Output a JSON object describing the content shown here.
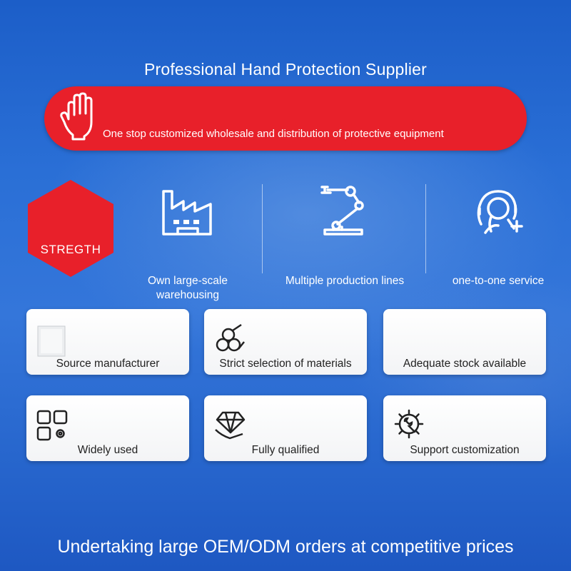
{
  "header": {
    "title": "Professional Hand Protection Supplier",
    "subtitle": "One stop customized wholesale and distribution of protective equipment"
  },
  "strength": {
    "label": "STREGTH"
  },
  "features": [
    {
      "label": "Own large-scale warehousing",
      "icon": "factory-icon"
    },
    {
      "label": "Multiple production lines",
      "icon": "robot-arm-icon"
    },
    {
      "label": "one-to-one service",
      "icon": "customer-service-icon"
    }
  ],
  "cards": [
    {
      "label": "Source manufacturer",
      "icon": "gloves-box-icon"
    },
    {
      "label": "Strict selection of materials",
      "icon": "material-rolls-icon"
    },
    {
      "label": "Adequate stock available",
      "icon": ""
    },
    {
      "label": "Widely used",
      "icon": "grid-apps-icon"
    },
    {
      "label": "Fully qualified",
      "icon": "diamond-hand-icon"
    },
    {
      "label": "Support customization",
      "icon": "gear-wrench-icon"
    }
  ],
  "footer": {
    "text": "Undertaking large OEM/ODM orders at competitive prices"
  },
  "colors": {
    "background": "#2a6fd6",
    "banner": "#e8202a",
    "card": "#ffffff"
  }
}
